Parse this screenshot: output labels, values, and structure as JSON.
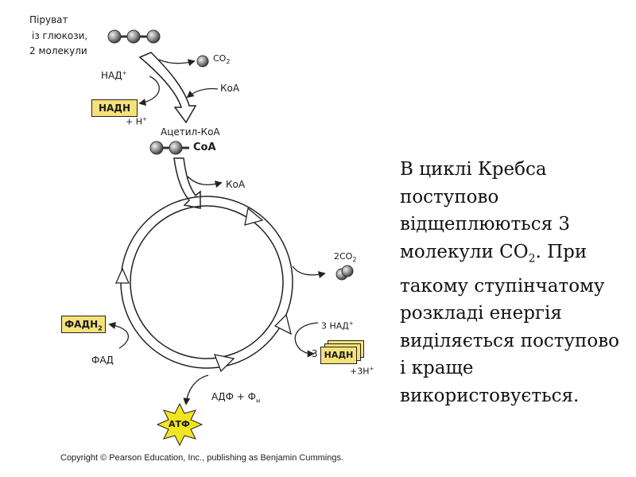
{
  "diagram": {
    "pyruvate_label_1": "Піруват",
    "pyruvate_label_2": "із глюкози,",
    "pyruvate_label_3": "2 молекули",
    "co2_top_base": "CO",
    "co2_top_sub": "2",
    "nad_top_base": "НАД",
    "nad_top_sup": "+",
    "coa_top": "КоА",
    "nadh_top": "НАДН",
    "h_plus_base": "+ H",
    "h_plus_sup": "+",
    "acetyl_coa": "Ацетил-КоА",
    "coa_tag": "CoA",
    "coa_release": "КоА",
    "co2_cycle": "2CO",
    "co2_cycle_sub": "2",
    "nad3_base": "3 НАД",
    "nad3_sup": "+",
    "nadh3_count": "3",
    "nadh3_box": "НАДН",
    "h3_base": "+3H",
    "h3_sup": "+",
    "fadh2_base": "ФАДН",
    "fadh2_sub": "2",
    "fad": "ФАД",
    "adp_base": "АДФ + Ф",
    "adp_sub": "н",
    "atp": "АТФ",
    "copyright": "Copyright © Pearson Education, Inc., publishing as Benjamin Cummings."
  },
  "text": {
    "para_1": "В циклі Кребса поступово відщеплюються 3 молекули CO",
    "para_sub": "2",
    "para_2": ". При такому ступінчатому розкладі енергія виділяється поступово і краще використовується."
  },
  "colors": {
    "box_fill": "#f5e27a",
    "atp_fill": "#f2e520",
    "molecule_gray": "#909090"
  }
}
